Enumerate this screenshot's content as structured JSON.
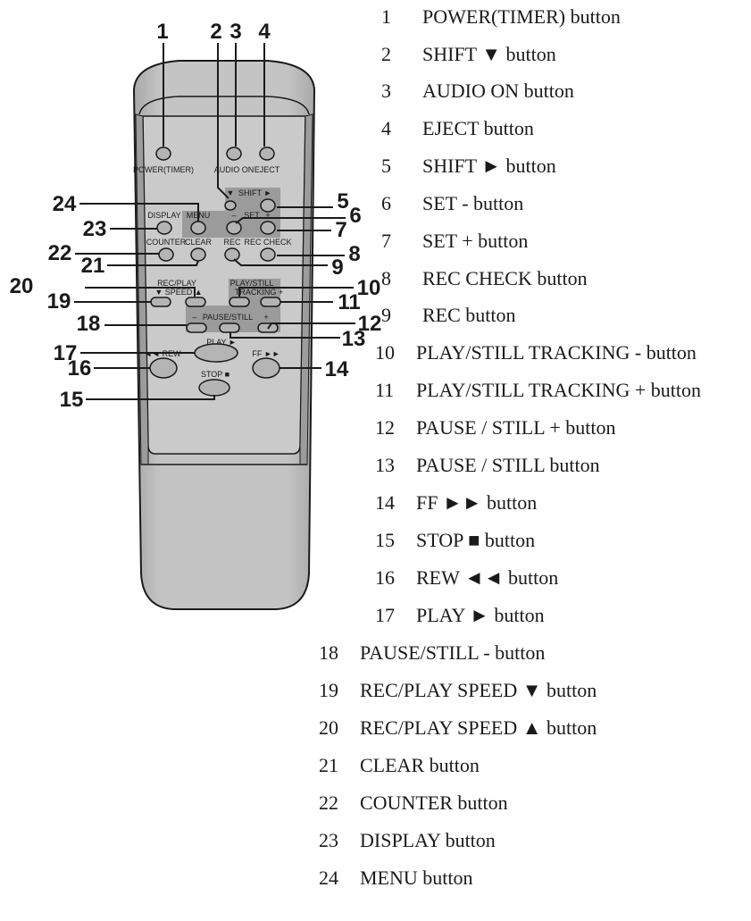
{
  "remote": {
    "face_labels": {
      "power_timer": "POWER(TIMER)",
      "audio_on": "AUDIO ON",
      "eject": "EJECT",
      "shift_down": "▼",
      "shift": "SHIFT",
      "shift_right": "►",
      "display": "DISPLAY",
      "menu": "MENU",
      "set": "SET",
      "set_minus": "–",
      "set_plus": "+",
      "counter": "COUNTER",
      "clear": "CLEAR",
      "rec": "REC",
      "rec_check": "REC CHECK",
      "rec_play": "REC/PLAY",
      "speed": "▼ SPEED ▲",
      "play_still": "PLAY/STILL",
      "tracking": "TRACKING +",
      "minus": "–",
      "pause_still": "PAUSE/STILL",
      "plus": "+",
      "play": "PLAY ►",
      "rew": "◄◄ REW",
      "ff": "FF ►►",
      "stop": "STOP ■"
    },
    "callouts": [
      "1",
      "2",
      "3",
      "4",
      "5",
      "6",
      "7",
      "8",
      "9",
      "10",
      "11",
      "12",
      "13",
      "14",
      "15",
      "16",
      "17",
      "18",
      "19",
      "20",
      "21",
      "22",
      "23",
      "24"
    ]
  },
  "legend": [
    {
      "num": "1",
      "label": "POWER(TIMER) button"
    },
    {
      "num": "2",
      "label": "SHIFT ▼ button"
    },
    {
      "num": "3",
      "label": "AUDIO ON button"
    },
    {
      "num": "4",
      "label": "EJECT button"
    },
    {
      "num": "5",
      "label": "SHIFT ► button"
    },
    {
      "num": "6",
      "label": "SET - button"
    },
    {
      "num": "7",
      "label": "SET + button"
    },
    {
      "num": "8",
      "label": "REC CHECK button"
    },
    {
      "num": "9",
      "label": "REC button"
    },
    {
      "num": "10",
      "label": "PLAY/STILL TRACKING - button"
    },
    {
      "num": "11",
      "label": "PLAY/STILL TRACKING + button"
    },
    {
      "num": "12",
      "label": "PAUSE / STILL + button"
    },
    {
      "num": "13",
      "label": "PAUSE / STILL button"
    },
    {
      "num": "14",
      "label": "FF ►► button"
    },
    {
      "num": "15",
      "label": "STOP ■ button"
    },
    {
      "num": "16",
      "label": "REW ◄◄ button"
    },
    {
      "num": "17",
      "label": "PLAY ► button"
    },
    {
      "num": "18",
      "label": "PAUSE/STILL - button"
    },
    {
      "num": "19",
      "label": "REC/PLAY SPEED ▼ button"
    },
    {
      "num": "20",
      "label": "REC/PLAY SPEED ▲ button"
    },
    {
      "num": "21",
      "label": "CLEAR button"
    },
    {
      "num": "22",
      "label": "COUNTER button"
    },
    {
      "num": "23",
      "label": "DISPLAY button"
    },
    {
      "num": "24",
      "label": "MENU button"
    }
  ],
  "colors": {
    "body": "#bdbdbd",
    "panel": "#c8c8c8",
    "shade": "#9a9a9a",
    "button": "#b0b0b0",
    "outline": "#1a1a1a"
  }
}
